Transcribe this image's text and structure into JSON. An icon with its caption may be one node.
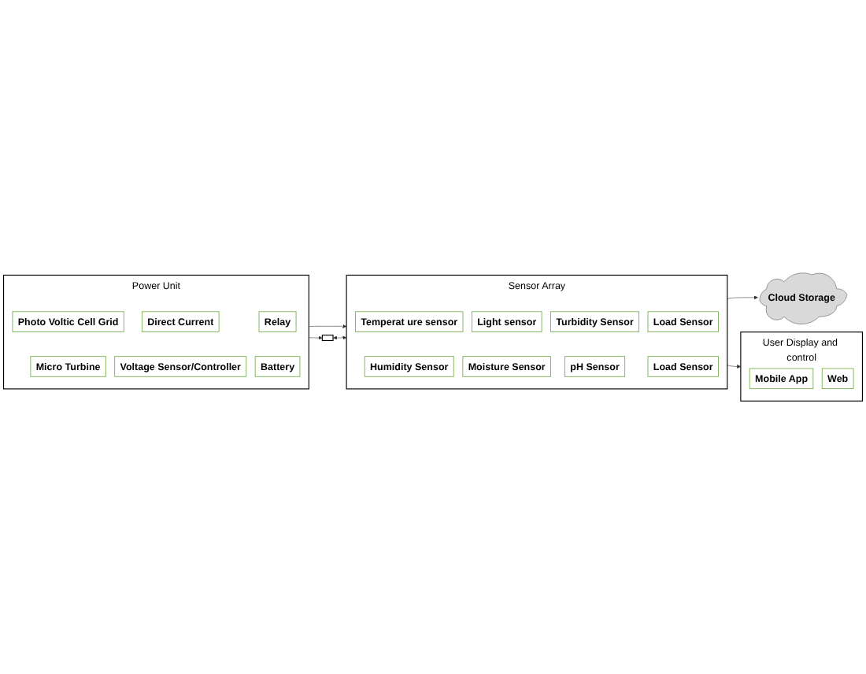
{
  "diagram": {
    "nodes": [
      {
        "text": [
          "Power Unit"
        ]
      },
      {
        "text": [
          "Photo Voltic Cell Grid"
        ],
        "in": 0
      },
      {
        "text": [
          "Micro Turbine"
        ],
        "in": 0
      },
      {
        "text": [
          "Direct Current"
        ],
        "in": 0
      },
      {
        "text": [
          "Voltage Sensor/Controller"
        ],
        "in": 0
      },
      {
        "text": [
          "Relay"
        ],
        "in": 0
      },
      {
        "text": [
          "Battery"
        ],
        "in": 0
      },
      {
        "text": [],
        "shape": "box"
      },
      {
        "text": [
          "Sensor Array"
        ]
      },
      {
        "text": [
          "Temperat ure sensor"
        ],
        "in": 8
      },
      {
        "text": [
          "Humidity Sensor"
        ],
        "in": 8
      },
      {
        "text": [
          "Light sensor"
        ],
        "in": 8
      },
      {
        "text": [
          "Moisture Sensor"
        ],
        "in": 8
      },
      {
        "text": [
          "Turbidity Sensor"
        ],
        "in": 8
      },
      {
        "text": [
          "pH Sensor"
        ],
        "in": 8
      },
      {
        "text": [
          "Load Sensor"
        ],
        "in": 8
      },
      {
        "text": [
          "Load Sensor"
        ],
        "in": 8
      },
      {
        "text": [
          "Cloud Storage"
        ]
      },
      {
        "text": [
          "User Display and control"
        ]
      },
      {
        "text": [
          "Mobile App"
        ],
        "in": 18
      },
      {
        "text": [
          "Web"
        ],
        "in": 18
      }
    ],
    "edges": [
      {
        "from": 0,
        "to": 8,
        "arrow": "to"
      },
      {
        "from": 0,
        "to": 7,
        "arrow": "to"
      },
      {
        "from": 7,
        "to": 8,
        "arrow": "both"
      },
      {
        "from": 8,
        "to": 17,
        "arrow": "to"
      },
      {
        "from": 8,
        "to": 18,
        "arrow": "to"
      }
    ]
  }
}
